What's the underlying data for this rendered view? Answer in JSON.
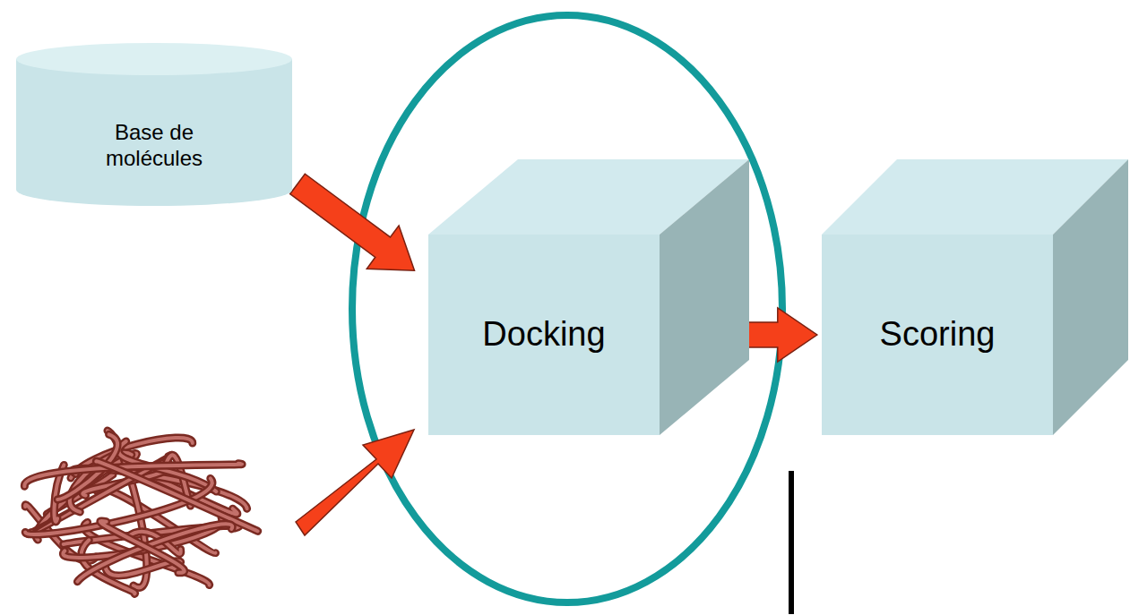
{
  "diagram": {
    "nodes": [
      {
        "text": [
          "Base de molécules"
        ]
      },
      {
        "text": [
          "Docking"
        ]
      },
      {
        "text": [
          "Scoring"
        ]
      }
    ],
    "edges": [
      {
        "from": 0,
        "to": 1,
        "arrow": "to"
      },
      {
        "from": 1,
        "to": 2,
        "arrow": "to"
      }
    ]
  }
}
